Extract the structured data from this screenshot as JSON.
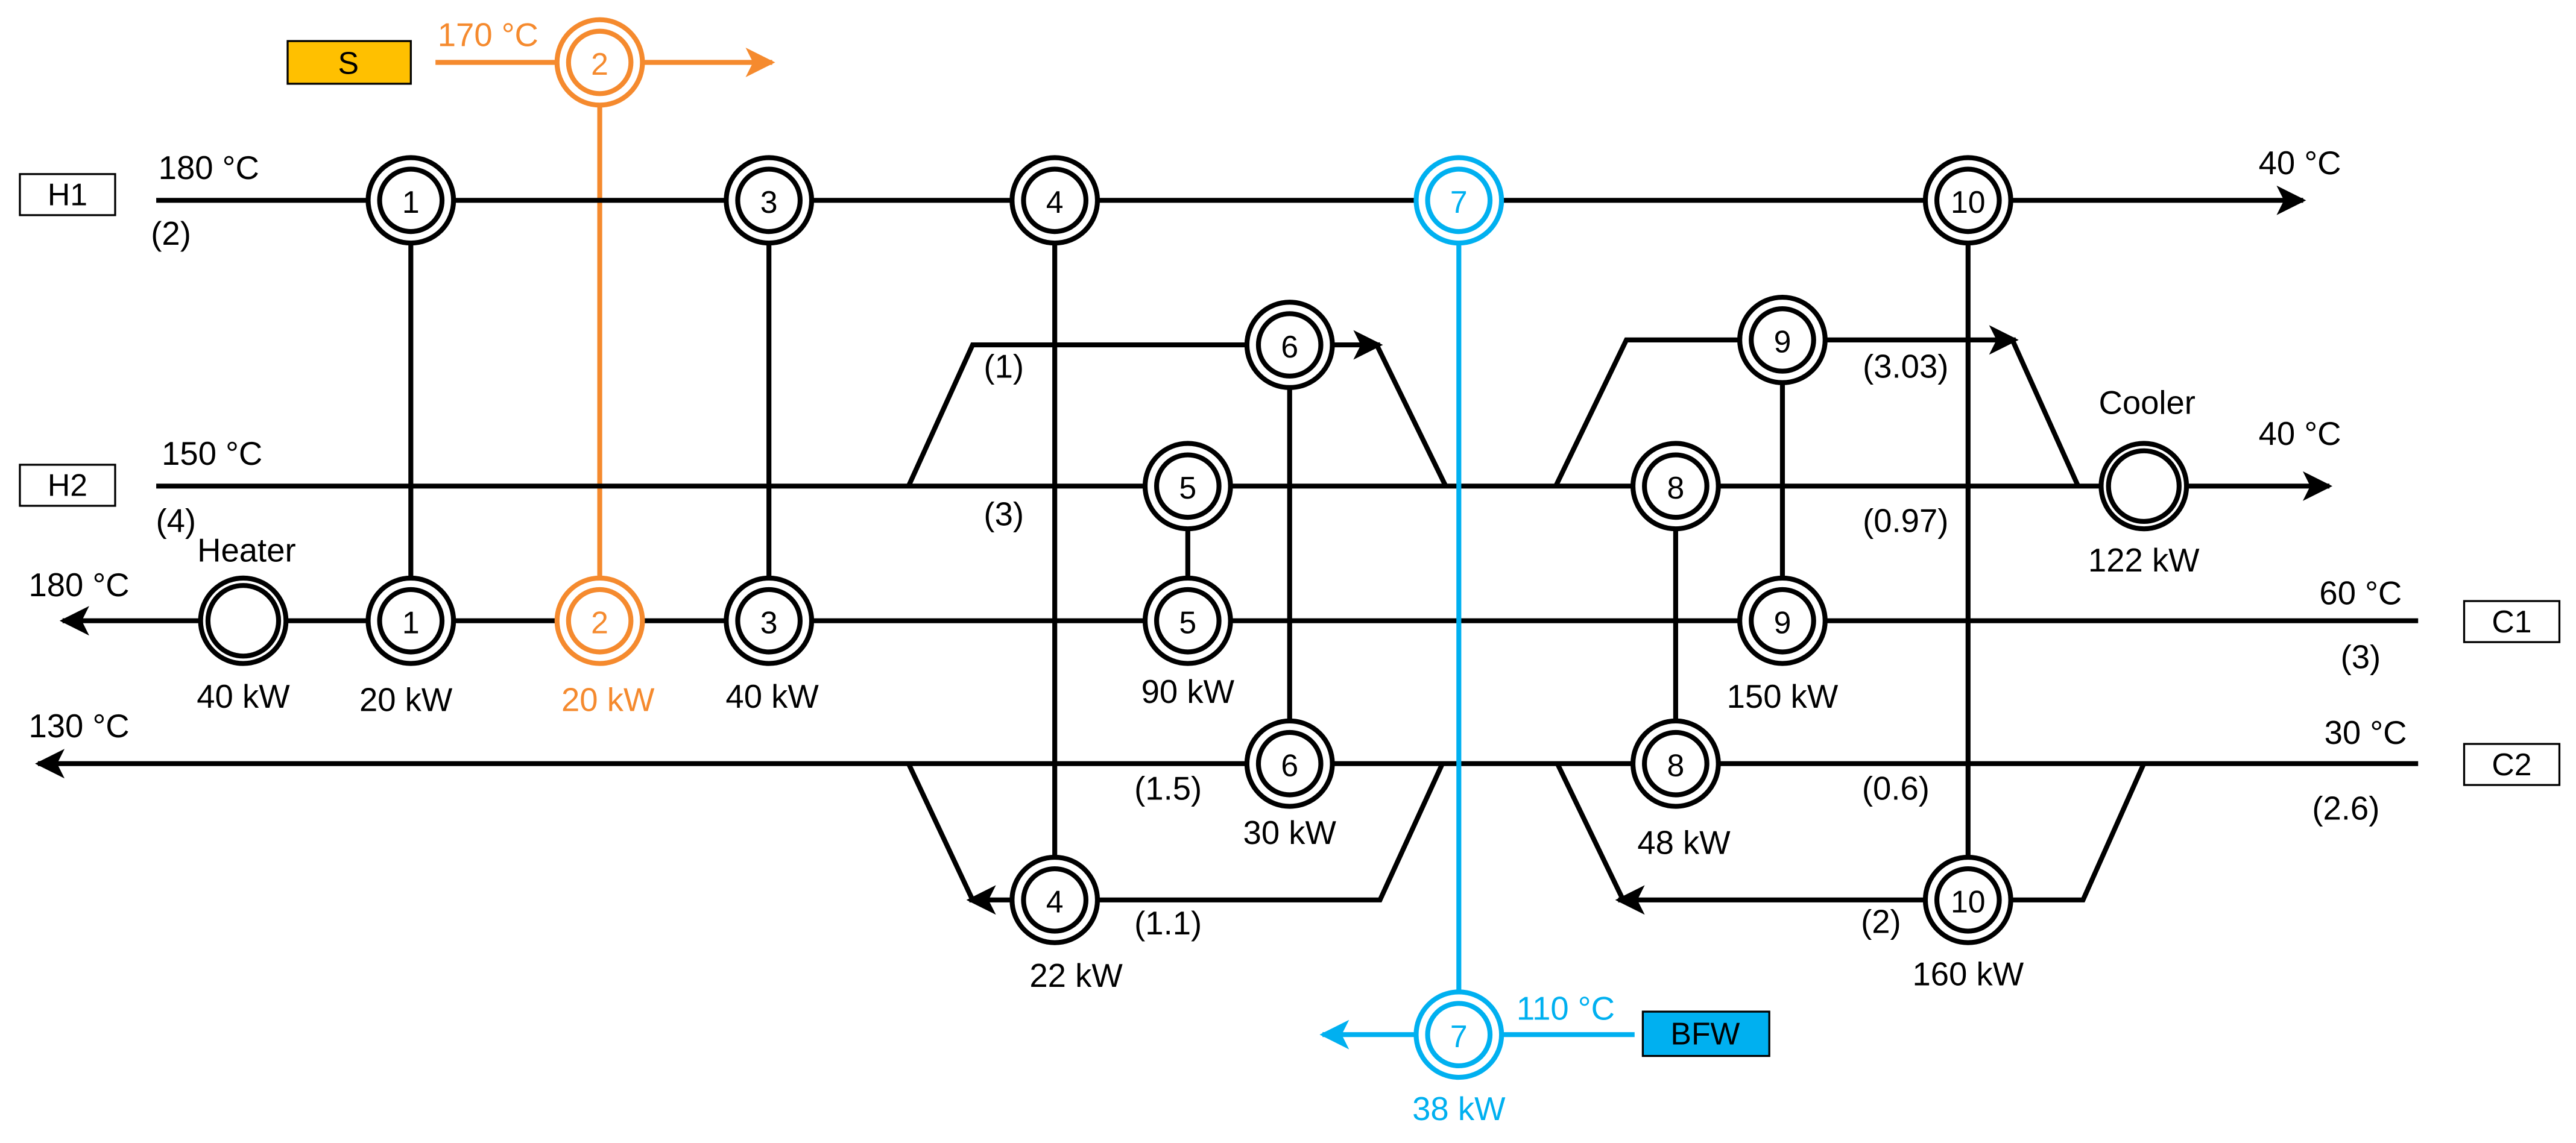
{
  "colors": {
    "line": "#000000",
    "steam": "#F58A2E",
    "steam_box": "#FFC000",
    "bfw": "#00B0F0",
    "bfw_box": "#00B0F0"
  },
  "streams": {
    "s": {
      "label": "S",
      "temp_in": "170 °C"
    },
    "h1": {
      "label": "H1",
      "temp_in": "180 °C",
      "temp_out": "40 °C",
      "flow": "(2)"
    },
    "h2": {
      "label": "H2",
      "temp_in": "150 °C",
      "temp_out": "40 °C",
      "flow": "(4)",
      "split_a": {
        "upper": "(1)",
        "lower": "(3)"
      },
      "split_b": {
        "upper": "(3.03)",
        "lower": "(0.97)"
      }
    },
    "c1": {
      "label": "C1",
      "temp_in": "60 °C",
      "temp_out": "180 °C",
      "flow": "(3)"
    },
    "c2": {
      "label": "C2",
      "temp_in": "30 °C",
      "temp_out": "130 °C",
      "flow": "(2.6)",
      "split_a": {
        "main": "(1.5)",
        "branch": "(1.1)"
      },
      "split_b": {
        "main": "(0.6)",
        "branch": "(2)"
      }
    },
    "bfw": {
      "label": "BFW",
      "temp_in": "110 °C"
    }
  },
  "exchangers": {
    "e1": {
      "id": "1",
      "duty": "20 kW"
    },
    "e2": {
      "id": "2",
      "duty": "20 kW"
    },
    "e3": {
      "id": "3",
      "duty": "40 kW"
    },
    "e4": {
      "id": "4",
      "duty": "22 kW"
    },
    "e5": {
      "id": "5",
      "duty": "90 kW"
    },
    "e6": {
      "id": "6",
      "duty": "30 kW"
    },
    "e7": {
      "id": "7",
      "duty": "38 kW"
    },
    "e8": {
      "id": "8",
      "duty": "48 kW"
    },
    "e9": {
      "id": "9",
      "duty": "150 kW"
    },
    "e10": {
      "id": "10",
      "duty": "160 kW"
    }
  },
  "heater": {
    "label": "Heater",
    "duty": "40 kW"
  },
  "cooler": {
    "label": "Cooler",
    "duty": "122 kW"
  }
}
